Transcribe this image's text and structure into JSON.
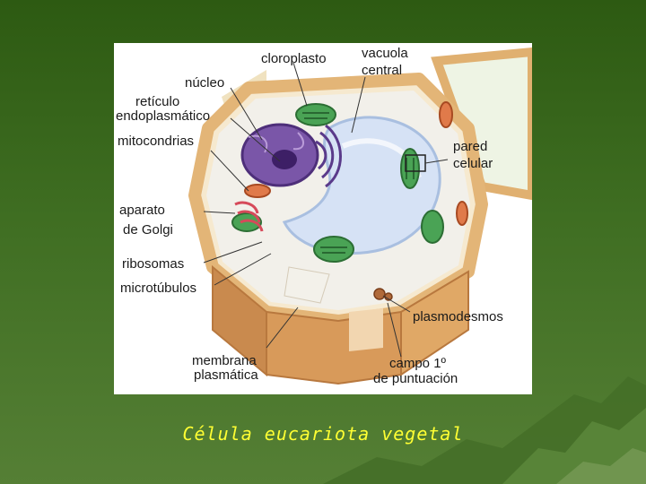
{
  "slide": {
    "title": "Célula eucariota vegetal"
  },
  "colors": {
    "background_top": "#2d5a12",
    "background_bottom": "#557f35",
    "title_color": "#ffff33",
    "cell_wall": "#e8b87a",
    "vacuole": "#c8d8f0",
    "nucleus": "#6a4a9a",
    "chloroplast": "#3f9a4a"
  },
  "labels": {
    "cloroplasto": "cloroplasto",
    "vacuola_1": "vacuola",
    "vacuola_2": "central",
    "nucleo": "núcleo",
    "reticulo_1": "retículo",
    "reticulo_2": "endoplasmático",
    "mitocondrias": "mitocondrias",
    "pared_1": "pared",
    "pared_2": "celular",
    "golgi_1": "aparato",
    "golgi_2": "de Golgi",
    "ribosomas": "ribosomas",
    "microtubulos": "microtúbulos",
    "plasmodesmos": "plasmodesmos",
    "membrana_1": "membrana",
    "membrana_2": "plasmática",
    "campo_1": "campo 1º",
    "campo_2": "de puntuación"
  }
}
